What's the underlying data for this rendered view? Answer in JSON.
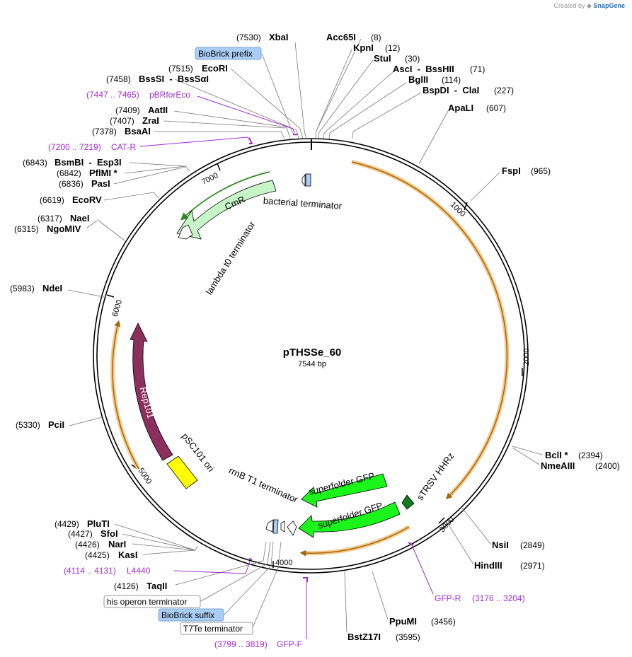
{
  "header": {
    "created_by": "Created by",
    "brand": "SnapGene"
  },
  "plasmid": {
    "name": "pTHSSe_60",
    "size": "7544 bp"
  },
  "ticks": [
    "1000",
    "2000",
    "3000",
    "4000",
    "5000",
    "6000",
    "7000"
  ],
  "enzymes": [
    {
      "pos": "(7530)",
      "name": "XbaI"
    },
    {
      "pos": "(8)",
      "name": "Acc65I"
    },
    {
      "pos": "(12)",
      "name": "KpnI"
    },
    {
      "pos": "(30)",
      "name": "StuI"
    },
    {
      "pos": "(71)",
      "name": "AscI  -  BssHII"
    },
    {
      "pos": "(114)",
      "name": "BglII"
    },
    {
      "pos": "(227)",
      "name": "BspDI  -  ClaI"
    },
    {
      "pos": "(607)",
      "name": "ApaLI"
    },
    {
      "pos": "(965)",
      "name": "FspI"
    },
    {
      "pos": "(2394)",
      "name": "BclI *"
    },
    {
      "pos": "(2400)",
      "name": "NmeAIII"
    },
    {
      "pos": "(2849)",
      "name": "NsiI"
    },
    {
      "pos": "(2971)",
      "name": "HindIII"
    },
    {
      "pos": "(3456)",
      "name": "PpuMI"
    },
    {
      "pos": "(3595)",
      "name": "BstZ17I"
    },
    {
      "pos": "(7515)",
      "name": "EcoRI"
    },
    {
      "pos": "(7458)",
      "name": "BssSI  -  BssSαI"
    },
    {
      "pos": "(7409)",
      "name": "AatII"
    },
    {
      "pos": "(7407)",
      "name": "ZraI"
    },
    {
      "pos": "(7378)",
      "name": "BsaAI"
    },
    {
      "pos": "(6843)",
      "name": "BsmBI  -  Esp3I"
    },
    {
      "pos": "(6842)",
      "name": "PflMI *"
    },
    {
      "pos": "(6836)",
      "name": "PasI"
    },
    {
      "pos": "(6619)",
      "name": "EcoRV"
    },
    {
      "pos": "(6317)",
      "name": "NaeI"
    },
    {
      "pos": "(6315)",
      "name": "NgoMIV"
    },
    {
      "pos": "(5983)",
      "name": "NdeI"
    },
    {
      "pos": "(5330)",
      "name": "PciI"
    },
    {
      "pos": "(4429)",
      "name": "PluTI"
    },
    {
      "pos": "(4427)",
      "name": "SfoI"
    },
    {
      "pos": "(4426)",
      "name": "NarI"
    },
    {
      "pos": "(4425)",
      "name": "KasI"
    },
    {
      "pos": "(4126)",
      "name": "TaqII"
    }
  ],
  "primers": [
    {
      "range": "(7447 .. 7465)",
      "name": "pBRforEco"
    },
    {
      "range": "(7200 .. 7219)",
      "name": "CAT-R"
    },
    {
      "range": "(3176 .. 3204)",
      "name": "GFP-R"
    },
    {
      "range": "(4114 .. 4131)",
      "name": "L4440"
    },
    {
      "range": "(3799 .. 3819)",
      "name": "GFP-F"
    }
  ],
  "boxed_labels": {
    "biobrick_prefix": "BioBrick prefix",
    "biobrick_suffix": "BioBrick suffix",
    "his_operon": "his operon terminator",
    "t7te": "T7Te terminator"
  },
  "features": {
    "bacterial_terminator": "bacterial terminator",
    "cmr": "CmR",
    "lambda_t0": "lambda t0 terminator",
    "rep101": "Rep101",
    "psc101_ori": "pSC101 ori",
    "rrnb_t1": "rrnB T1 terminator",
    "sfgfp1": "superfolder GFP",
    "sfgfp2": "superfolder GFP",
    "strsv": "sTRSV HHRz"
  },
  "colors": {
    "biobrick": "#a9cdf5",
    "primer": "#a32ad4",
    "cmr": "#c8f5c8",
    "rep101": "#8b2f5c",
    "ori": "#ffff00",
    "gfp": "#1cf51c",
    "hhrz": "#0f7d1e",
    "orf": "#f5c98a",
    "orf_line": "#a3680f"
  }
}
